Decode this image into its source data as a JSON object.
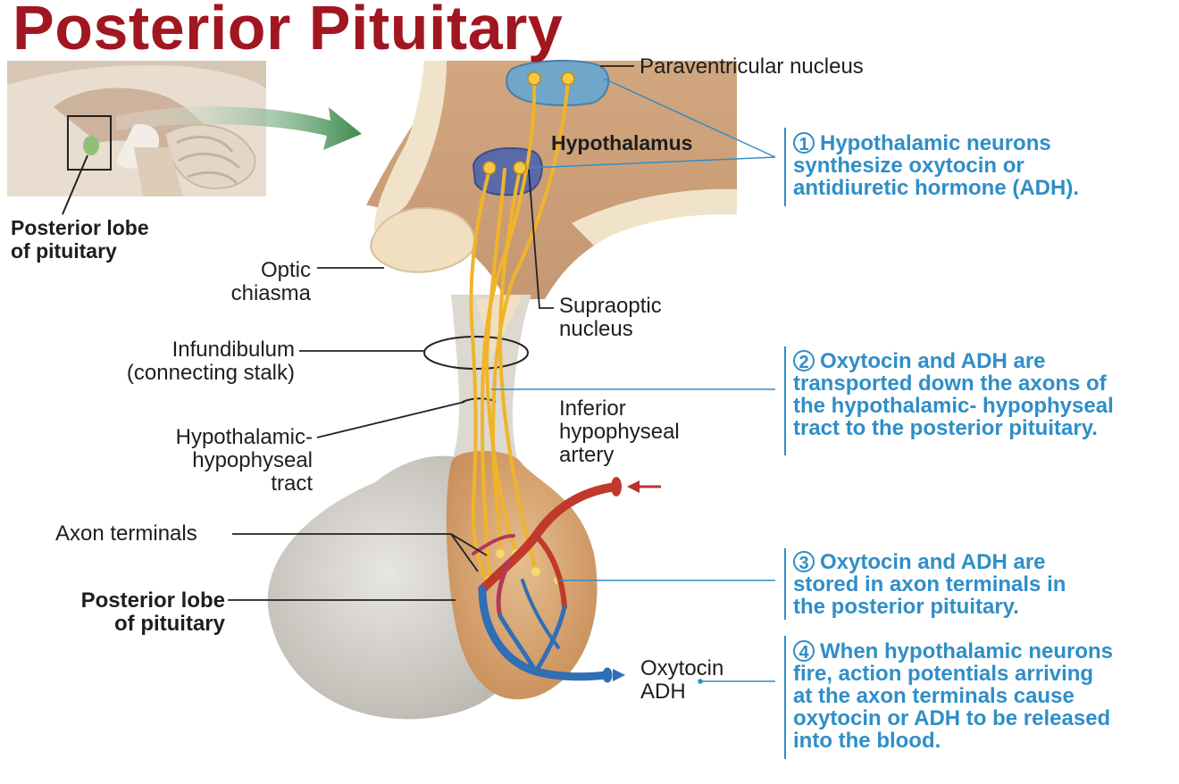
{
  "title": "Posterior Pituitary",
  "labels": {
    "paraventricular": "Paraventricular nucleus",
    "hypothalamus": "Hypothalamus",
    "posterior_lobe_inset": "Posterior lobe\nof pituitary",
    "optic_chiasma": "Optic\nchiasma",
    "supraoptic": "Supraoptic\nnucleus",
    "infundibulum": "Infundibulum\n(connecting stalk)",
    "tract": "Hypothalamic-\nhypophyseal\ntract",
    "inferior_artery": "Inferior\nhypophyseal\nartery",
    "axon_terminals": "Axon terminals",
    "posterior_lobe": "Posterior lobe\nof pituitary",
    "hormones": "Oxytocin\nADH"
  },
  "steps": [
    {
      "num": "1",
      "text": "Hypothalamic neurons\nsynthesize oxytocin or\nantidiuretic hormone (ADH)."
    },
    {
      "num": "2",
      "text": "Oxytocin and ADH are\ntransported down the axons of\nthe hypothalamic- hypophyseal\ntract to the posterior pituitary."
    },
    {
      "num": "3",
      "text": "Oxytocin and ADH are\nstored in axon terminals in\nthe posterior pituitary."
    },
    {
      "num": "4",
      "text": "When hypothalamic neurons\nfire, action potentials arriving\nat the axon terminals cause\noxytocin or ADH to be released\ninto the blood."
    }
  ],
  "colors": {
    "title": "#a11620",
    "step_text": "#2f8ec8",
    "hypothalamus_tissue": "#d9b28d",
    "posterior_lobe_tissue": "#d8a878",
    "anterior_lobe": "#d6d3cd",
    "axon": "#f0b429",
    "artery": "#c0392b",
    "vein": "#2f6fb5",
    "arrow": "#3f8b4e"
  }
}
